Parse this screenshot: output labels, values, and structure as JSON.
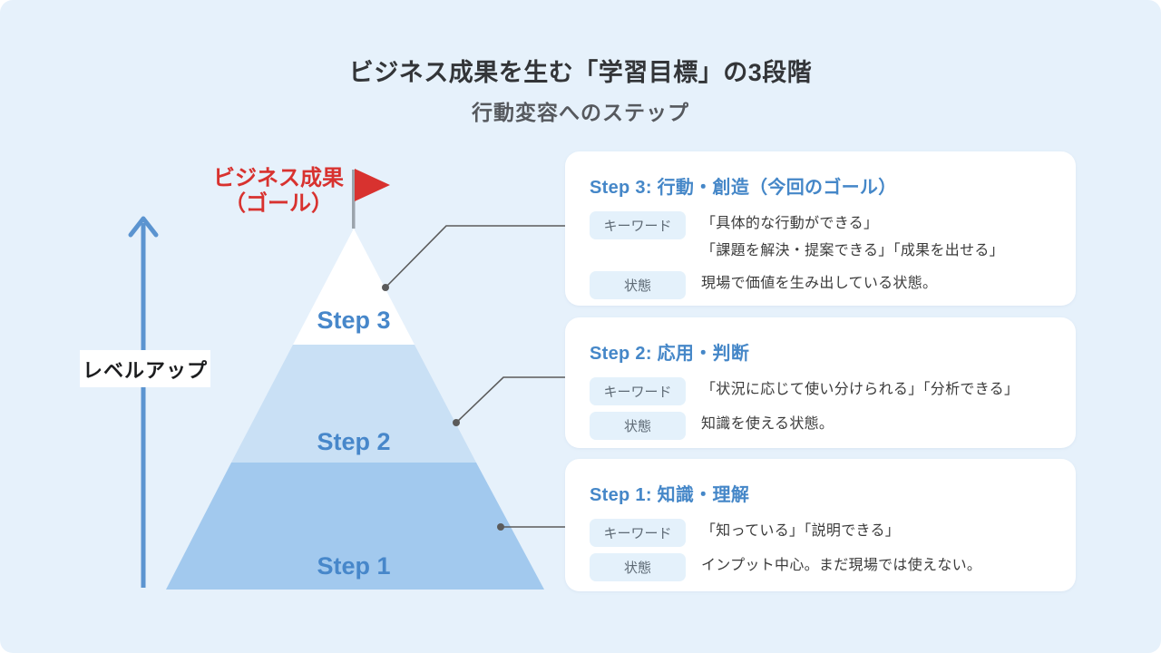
{
  "header": {
    "title": "ビジネス成果を生む「学習目標」の3段階",
    "subtitle": "行動変容へのステップ"
  },
  "goal": {
    "line1": "ビジネス成果",
    "line2": "（ゴール）"
  },
  "level_up_label": "レベルアップ",
  "pyramid": {
    "step3_label": "Step 3",
    "step2_label": "Step 2",
    "step1_label": "Step 1"
  },
  "cards": [
    {
      "title": "Step 3: 行動・創造（今回のゴール）",
      "keyword_badge": "キーワード",
      "keyword_lines": [
        "「具体的な行動ができる」",
        "「課題を解決・提案できる」「成果を出せる」"
      ],
      "status_badge": "状態",
      "status_text": "現場で価値を生み出している状態。"
    },
    {
      "title": "Step 2: 応用・判断",
      "keyword_badge": "キーワード",
      "keyword_lines": [
        "「状況に応じて使い分けられる」「分析できる」"
      ],
      "status_badge": "状態",
      "status_text": "知識を使える状態。"
    },
    {
      "title": "Step 1: 知識・理解",
      "keyword_badge": "キーワード",
      "keyword_lines": [
        "「知っている」「説明できる」"
      ],
      "status_badge": "状態",
      "status_text": "インプット中心。まだ現場では使えない。"
    }
  ],
  "colors": {
    "canvas_bg": "#E6F1FB",
    "pyramid_bottom": "#A2C9EE",
    "pyramid_middle": "#C9E0F5",
    "pyramid_top": "#FFFFFF",
    "step_label_blue": "#4787CA",
    "card_title_blue": "#4587C8",
    "accent_red": "#D8322F",
    "arrow_blue": "#5B94D0",
    "connector_gray": "#5B5B5B",
    "flag_pole_gray": "#9BA4AC",
    "badge_bg": "#E4F1FB",
    "badge_text": "#5D6974"
  }
}
